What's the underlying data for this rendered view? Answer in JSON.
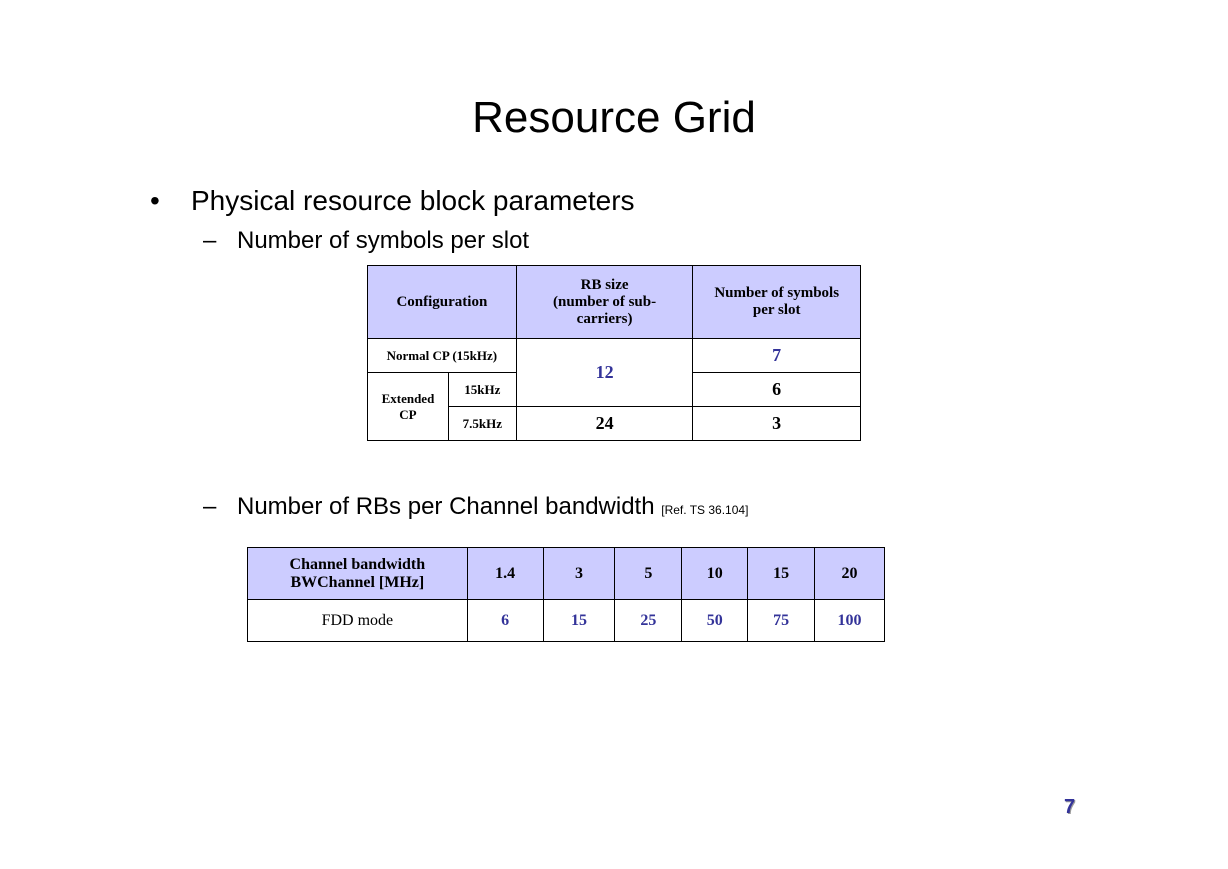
{
  "slide": {
    "title": "Resource Grid",
    "bullet": {
      "mark": "•",
      "text": "Physical resource block parameters"
    },
    "sub1": {
      "dash": "–",
      "text": "Number of symbols per slot"
    },
    "sub2": {
      "dash": "–",
      "text": "Number of RBs per Channel bandwidth",
      "ref": "[Ref. TS 36.104]"
    },
    "page_number": "7"
  },
  "symbols_table": {
    "headers": {
      "configuration": "Configuration",
      "rb_size_line1": "RB size",
      "rb_size_line2": "(number of sub-",
      "rb_size_line3": "carriers)",
      "symbols_line1": "Number of symbols",
      "symbols_line2": "per slot"
    },
    "normal_cp": {
      "label": "Normal CP (15kHz)",
      "symbols": "7"
    },
    "rb_size_shared": "12",
    "extended_cp": {
      "label_line1": "Extended",
      "label_line2": "CP",
      "row1_spacing": "15kHz",
      "row1_symbols": "6",
      "row2_spacing": "7.5kHz",
      "row2_rb_size": "24",
      "row2_symbols": "3"
    }
  },
  "bandwidth_table": {
    "header_line1": "Channel bandwidth",
    "header_line2": "BWChannel [MHz]",
    "bandwidths": [
      "1.4",
      "3",
      "5",
      "10",
      "15",
      "20"
    ],
    "row_label": "FDD mode",
    "rb_counts": [
      "6",
      "15",
      "25",
      "50",
      "75",
      "100"
    ]
  }
}
